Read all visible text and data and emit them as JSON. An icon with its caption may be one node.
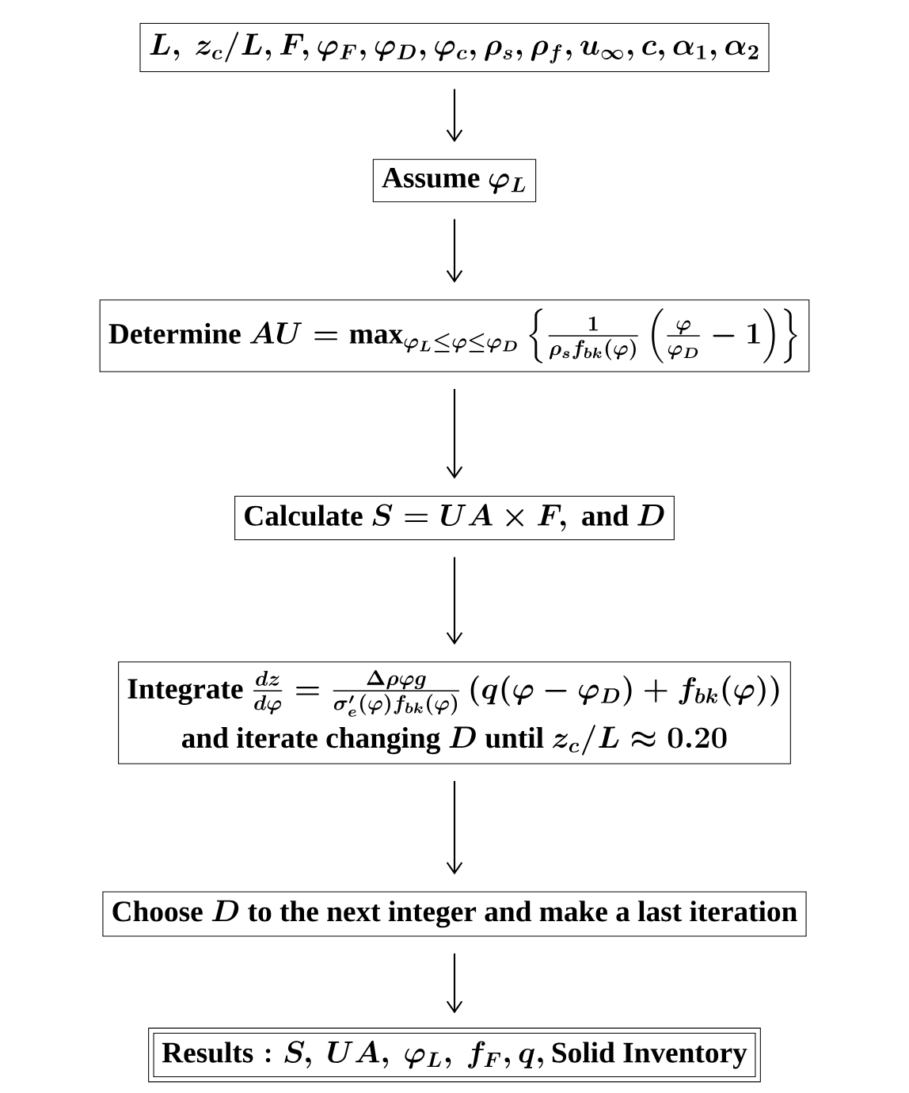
{
  "diagram": {
    "nodes": [
      {
        "text": [
          "L,\\ z_c/L, F, \\varphi_F, \\varphi_D, \\varphi_c, \\rho_s, \\rho_f, u_\\infty, c, \\alpha_1, \\alpha_2"
        ]
      },
      {
        "text": [
          "\\text{Assume } \\varphi_L"
        ]
      },
      {
        "text": [
          "\\text{Determine } AU = \\max_{\\varphi_L \\le \\varphi \\le \\varphi_D} \\left\\{ \\frac{1}{\\rho_s f_{bk}(\\varphi)} \\left( \\frac{\\varphi}{\\varphi_D} - 1 \\right) \\right\\}"
        ]
      },
      {
        "text": [
          "\\text{Calculate } S = UA \\times F, \\text{ and } D"
        ]
      },
      {
        "text": [
          "\\text{Integrate } \\frac{dz}{d\\varphi} = \\frac{\\Delta\\rho\\varphi g}{\\sigma_e'(\\varphi) f_{bk}(\\varphi)} \\left( q(\\varphi - \\varphi_D) + f_{bk}(\\varphi) \\right)",
          "\\text{and iterate changing } D \\text{ until } z_c/L \\approx 0.20"
        ]
      },
      {
        "text": [
          "\\text{Choose } D \\text{ to the next integer and make a last iteration}"
        ]
      },
      {
        "text": [
          "\\text{Results}: S,\\ UA,\\ \\varphi_L,\\ f_F, q, \\text{Solid Inventory}"
        ]
      }
    ],
    "edges": [
      {
        "from": 0,
        "to": 1,
        "arrow": "to"
      },
      {
        "from": 1,
        "to": 2,
        "arrow": "to"
      },
      {
        "from": 2,
        "to": 3,
        "arrow": "to"
      },
      {
        "from": 3,
        "to": 4,
        "arrow": "to"
      },
      {
        "from": 4,
        "to": 5,
        "arrow": "to"
      },
      {
        "from": 5,
        "to": 6,
        "arrow": "to"
      }
    ]
  }
}
